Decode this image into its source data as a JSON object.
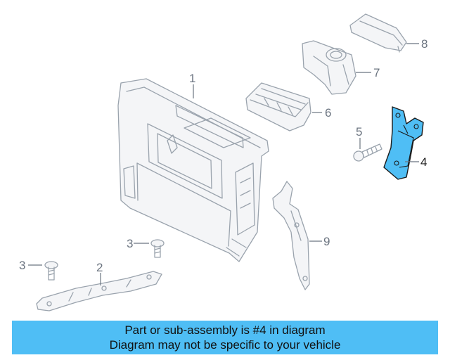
{
  "callouts": {
    "c1": "1",
    "c2": "2",
    "c3a": "3",
    "c3b": "3",
    "c4": "4",
    "c5": "5",
    "c6": "6",
    "c7": "7",
    "c8": "8",
    "c9": "9"
  },
  "highlight": {
    "part_number": "4",
    "color": "#4fbef5"
  },
  "banner": {
    "line1": "Part or sub-assembly is #4 in diagram",
    "line2": "Diagram may not be specific to your vehicle",
    "color": "#4fbef5"
  }
}
